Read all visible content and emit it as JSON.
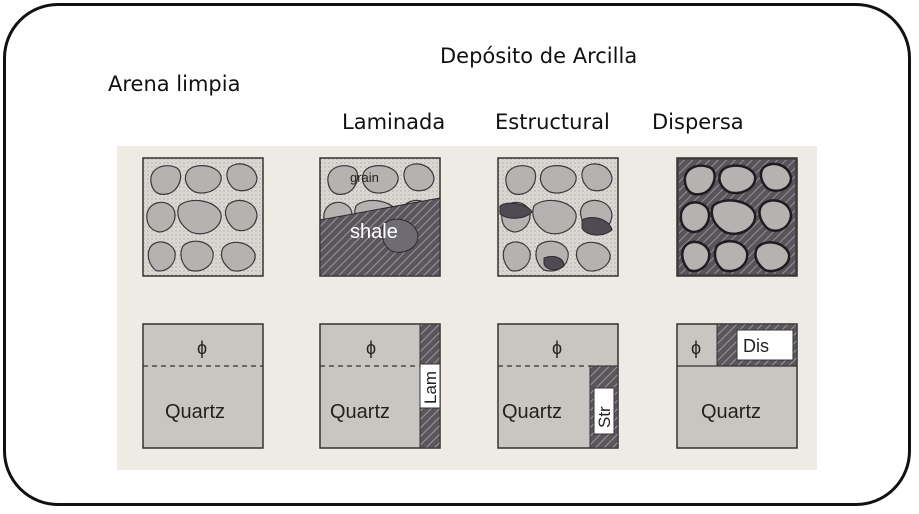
{
  "diagram": {
    "header": "Depósito de Arcilla",
    "clean_sand": "Arena limpia",
    "columns": [
      "Laminada",
      "Estructural",
      "Dispersa"
    ],
    "grain_label": "grain",
    "shale_label": "shale",
    "phi_symbol": "ϕ",
    "matrix_label": "Quartz",
    "shale_tags": {
      "laminated": "Lam",
      "structural": "Str",
      "dispersed": "Dis"
    }
  },
  "colors": {
    "grain": "#b5b3b1",
    "shale": "#4a464c",
    "matrix": "#dcd9d5",
    "box": "#c9c6c2",
    "frame": "#111111"
  }
}
